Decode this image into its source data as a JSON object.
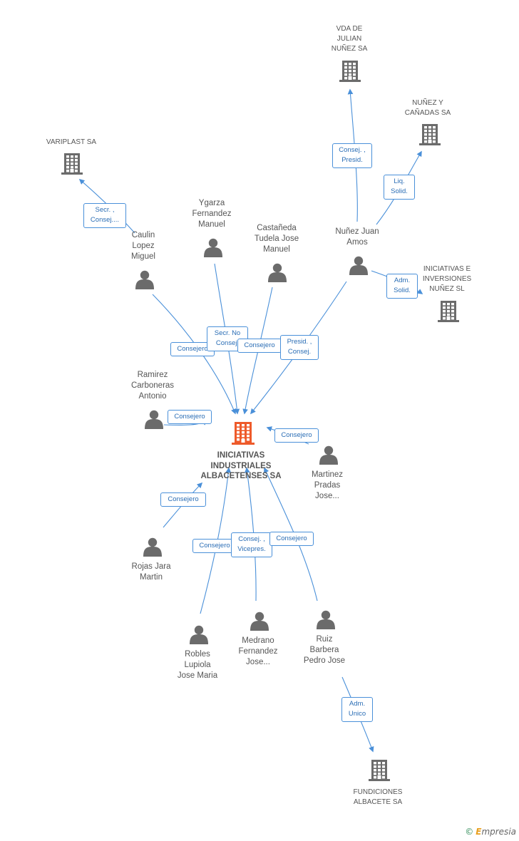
{
  "colors": {
    "edge": "#4a90d9",
    "person_icon": "#6b6b6b",
    "company_icon": "#6b6b6b",
    "central_icon": "#ee5a2a"
  },
  "nodes": {
    "central": {
      "label": "INICIATIVAS\nINDUSTRIALES\nALBACETENSES SA",
      "type": "company",
      "central": true
    },
    "vda": {
      "label": "VDA DE\nJULIAN\nNUÑEZ SA",
      "type": "company"
    },
    "nyc": {
      "label": "NUÑEZ Y\nCAÑADAS SA",
      "type": "company"
    },
    "varip": {
      "label": "VARIPLAST SA",
      "type": "company"
    },
    "inic": {
      "label": "INICIATIVAS E\nINVERSIONES\nNUÑEZ SL",
      "type": "company"
    },
    "fund": {
      "label": "FUNDICIONES\nALBACETE SA",
      "type": "company"
    },
    "caulin": {
      "label": "Caulin\nLopez\nMiguel",
      "type": "person"
    },
    "ygarza": {
      "label": "Ygarza\nFernandez\nManuel",
      "type": "person"
    },
    "castan": {
      "label": "Castañeda\nTudela Jose\nManuel",
      "type": "person"
    },
    "nunez": {
      "label": "Nuñez Juan\nAmos",
      "type": "person"
    },
    "ramirez": {
      "label": "Ramirez\nCarboneras\nAntonio",
      "type": "person"
    },
    "martinez": {
      "label": "Martinez\nPradas\nJose...",
      "type": "person"
    },
    "rojas": {
      "label": "Rojas Jara\nMartin",
      "type": "person"
    },
    "robles": {
      "label": "Robles\nLupiola\nJose Maria",
      "type": "person"
    },
    "medrano": {
      "label": "Medrano\nFernandez\nJose...",
      "type": "person"
    },
    "ruiz": {
      "label": "Ruiz\nBarbera\nPedro Jose",
      "type": "person"
    }
  },
  "relations": {
    "nunez_vda": {
      "label": "Consej. ,\nPresid."
    },
    "nunez_nyc": {
      "label": "Liq.\nSolid."
    },
    "caulin_varip": {
      "label": "Secr. ,\nConsej...."
    },
    "nunez_inic": {
      "label": "Adm.\nSolid."
    },
    "caulin_central": {
      "label": "Consejero"
    },
    "ygarza_central": {
      "label": "Secr.  No\nConsej."
    },
    "castan_central": {
      "label": "Consejero"
    },
    "nunez_central": {
      "label": "Presid. ,\nConsej."
    },
    "ramirez_central": {
      "label": "Consejero"
    },
    "martinez_central": {
      "label": "Consejero"
    },
    "rojas_central": {
      "label": "Consejero"
    },
    "robles_central": {
      "label": "Consejero"
    },
    "medrano_central": {
      "label": "Consej. ,\nVicepres."
    },
    "ruiz_central": {
      "label": "Consejero"
    },
    "ruiz_fund": {
      "label": "Adm.\nUnico"
    }
  },
  "footer": {
    "copyright": "©",
    "brand_first": "E",
    "brand_rest": "mpresia"
  }
}
